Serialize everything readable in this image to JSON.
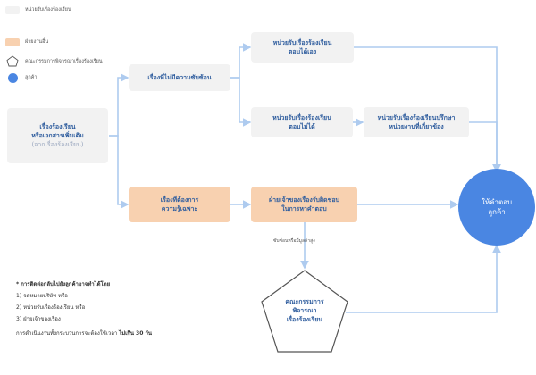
{
  "legend": {
    "items": [
      {
        "label": "หน่วยรับเรื่องร้องเรียน",
        "color": "#f2f2f2",
        "shape": "rect"
      },
      {
        "label": "ฝ่ายงานอื่น",
        "color": "#f8d1b0",
        "shape": "rect"
      },
      {
        "label": "คณะกรรมการพิจารณาเรื่องร้องเรียน",
        "color": "#ffffff",
        "shape": "pentagon"
      },
      {
        "label": "ลูกค้า",
        "color": "#4a86e2",
        "shape": "circle"
      }
    ]
  },
  "nodes": {
    "complaint": {
      "line1": "เรื่องร้องเรียน",
      "line2": "หรือเอกสารเพิ่มเติม",
      "line3": "(จากเรื่องร้องเรียน)"
    },
    "not_complex": {
      "label": "เรื่องที่ไม่มีความซับซ้อน"
    },
    "unit_self": {
      "line1": "หน่วยรับเรื่องร้องเรียน",
      "line2": "ตอบได้เอง"
    },
    "unit_unable": {
      "line1": "หน่วยรับเรื่องร้องเรียน",
      "line2": "ตอบไม่ได้"
    },
    "unit_consult": {
      "line1": "หน่วยรับเรื่องร้องเรียนปรึกษา",
      "line2": "หน่วยงานที่เกี่ยวข้อง"
    },
    "special": {
      "line1": "เรื่องที่ต้องการ",
      "line2": "ความรู้เฉพาะ"
    },
    "responsible": {
      "line1": "ฝ่ายเจ้าของเรื่องรับผิดชอบ",
      "line2": "ในการหาคำตอบ"
    },
    "committee": {
      "line1": "คณะกรรมการ",
      "line2": "พิจารณา",
      "line3": "เรื่องร้องเรียน"
    },
    "customer": {
      "line1": "ให้คำตอบ",
      "line2": "ลูกค้า"
    }
  },
  "edge_labels": {
    "escalate": "ซับซ้อนหรือมีมูลค่าสูง"
  },
  "notes": {
    "title": "* การติดต่อกลับไปยังลูกค้าอาจทำได้โดย",
    "items": [
      "1) จดหมายบริษัท หรือ",
      "2) หน่วยรับเรื่องร้องเรียน หรือ",
      "3) ฝ่ายเจ้าของเรื่อง"
    ],
    "footer_prefix": "การดำเนินงานทั้งกระบวนการจะต้องใช้เวลา",
    "footer_emphasis": "ไม่เกิน 30 วัน"
  },
  "colors": {
    "gray_box": "#f2f2f2",
    "orange_box": "#f8d1b0",
    "text_blue": "#2f5d9e",
    "arrow": "#aecbef",
    "customer": "#4a86e2"
  }
}
